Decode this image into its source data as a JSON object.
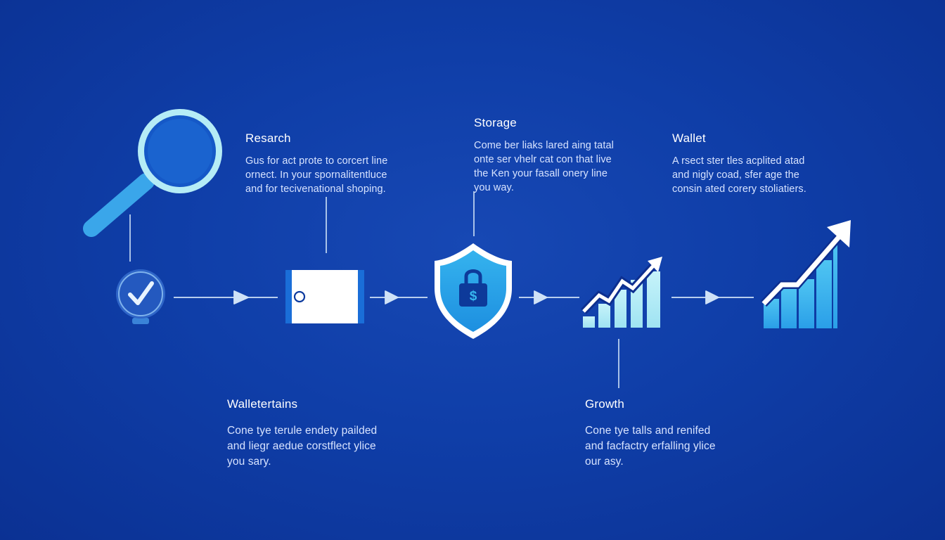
{
  "steps": {
    "research": {
      "title": "Resarch",
      "lines": [
        "Gus for act prote to corcert line",
        "ornect. In your spornalitentluce",
        "and for tecivenational shoping."
      ]
    },
    "storage": {
      "title": "Storage",
      "lines": [
        "Come ber liaks lared aing tatal",
        "onte ser vhelr cat con that live",
        "the Ken your fasall onery line",
        "you way."
      ]
    },
    "wallet": {
      "title": "Wallet",
      "lines": [
        "A rsect ster tles acplited atad",
        "and nigly coad, sfer age the",
        "consin ated corery stoliatiers."
      ]
    },
    "walletertains": {
      "title": "Walletertains",
      "lines": [
        "Cone tye terule endety pailded",
        "and liegr aedue corstflect ylice",
        "you sary."
      ]
    },
    "growth": {
      "title": "Growth",
      "lines": [
        "Cone tye talls and renifed",
        "and facfactry erfalling ylice",
        "our asy."
      ]
    }
  },
  "icons": {
    "magnifier": "magnifying-glass-icon",
    "check": "check-circle-icon",
    "card": "card-icon",
    "shield": "shield-lock-icon",
    "growth_small": "bar-chart-arrow-icon",
    "growth_large": "bar-chart-arrow-large-icon"
  },
  "colors": {
    "background": "#0f3ea8",
    "accent_light": "#b9f0f8",
    "accent_mid": "#3bb4ea",
    "accent_dark": "#0c55c5",
    "connector": "#cfe2f7"
  }
}
